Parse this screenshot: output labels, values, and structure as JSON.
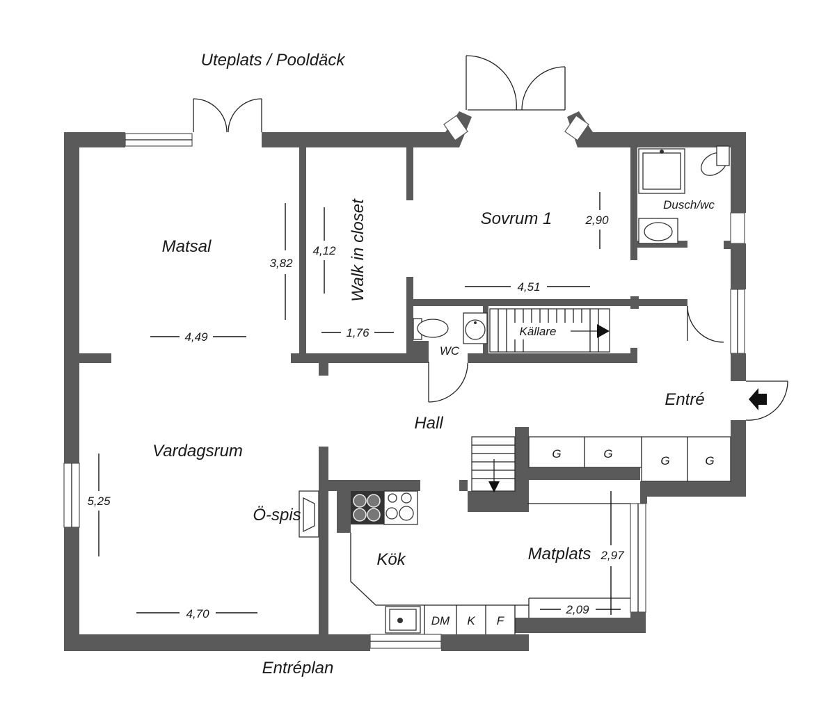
{
  "labels": {
    "top_terrace": "Uteplats / Pooldäck",
    "bottom_title": "Entréplan",
    "matsal": "Matsal",
    "walk_in": "Walk in closet",
    "sovrum": "Sovrum 1",
    "dusch": "Dusch/wc",
    "wc": "WC",
    "kallare": "Källare",
    "entre": "Entré",
    "hall": "Hall",
    "vardagsrum": "Vardagsrum",
    "ospis": "Ö-spis",
    "kok": "Kök",
    "matplats": "Matplats",
    "g1": "G",
    "g2": "G",
    "g3": "G",
    "g4": "G",
    "dm": "DM",
    "k": "K",
    "f": "F"
  },
  "dimensions": {
    "matsal_height": "3,82",
    "walkin_height": "4,12",
    "sovrum_height": "2,90",
    "sovrum_width": "4,51",
    "matsal_width": "4,49",
    "walkin_width": "1,76",
    "vardag_height": "5,25",
    "vardag_width": "4,70",
    "matplats_height": "2,97",
    "matplats_width": "2,09"
  }
}
